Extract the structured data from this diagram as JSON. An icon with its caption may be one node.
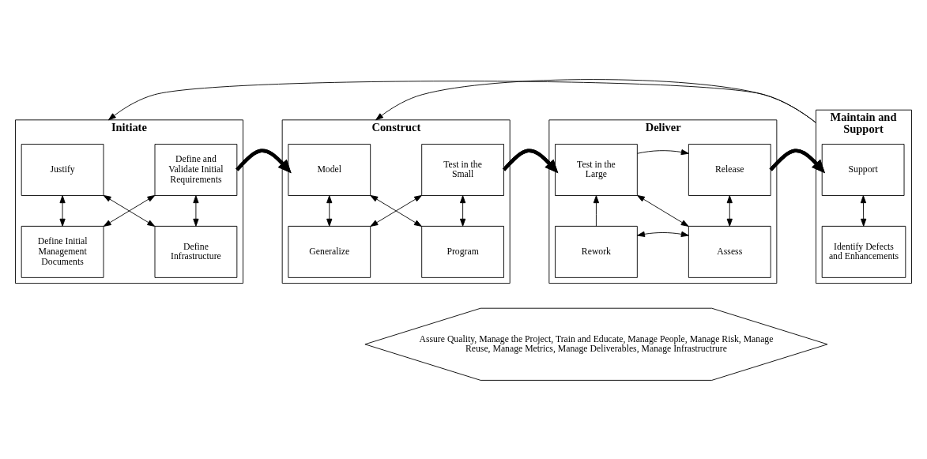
{
  "diagram": {
    "nodes": [
      {
        "text": [
          "Initiate"
        ]
      },
      {
        "text": [
          "Justify"
        ],
        "in": 0
      },
      {
        "text": [
          "Define and Validate Initial Requirements"
        ],
        "in": 0
      },
      {
        "text": [
          "Define Initial Management Documents"
        ],
        "in": 0
      },
      {
        "text": [
          "Define Infrastructure"
        ],
        "in": 0
      },
      {
        "text": [
          "Construct"
        ]
      },
      {
        "text": [
          "Model"
        ],
        "in": 5
      },
      {
        "text": [
          "Test in the Small"
        ],
        "in": 5
      },
      {
        "text": [
          "Generalize"
        ],
        "in": 5
      },
      {
        "text": [
          "Program"
        ],
        "in": 5
      },
      {
        "text": [
          "Deliver"
        ]
      },
      {
        "text": [
          "Test in the Large"
        ],
        "in": 10
      },
      {
        "text": [
          "Release"
        ],
        "in": 10
      },
      {
        "text": [
          "Rework"
        ],
        "in": 10
      },
      {
        "text": [
          "Assess"
        ],
        "in": 10
      },
      {
        "text": [
          "Maintain and Support"
        ]
      },
      {
        "text": [
          "Support"
        ],
        "in": 15
      },
      {
        "text": [
          "Identify Defects and Enhancements"
        ],
        "in": 15
      },
      {
        "text": [
          "Assure Quality, Manage the Project, Train and Educate, Manage People, Manage Risk, Manage Reuse, Manage Metrics, Manage Deliverables, Manage Infrastructrure"
        ]
      }
    ],
    "edges": [
      {
        "from": 15,
        "to": 0,
        "arrow": "to"
      },
      {
        "from": 15,
        "to": 5,
        "arrow": "to"
      },
      {
        "from": 1,
        "to": 3,
        "arrow": "both"
      },
      {
        "from": 1,
        "to": 4,
        "arrow": "both"
      },
      {
        "from": 2,
        "to": 3,
        "arrow": "both"
      },
      {
        "from": 2,
        "to": 4,
        "arrow": "both"
      },
      {
        "from": 0,
        "to": 5,
        "arrow": "to",
        "style": "thick"
      },
      {
        "from": 6,
        "to": 8,
        "arrow": "both"
      },
      {
        "from": 6,
        "to": 9,
        "arrow": "both"
      },
      {
        "from": 7,
        "to": 8,
        "arrow": "both"
      },
      {
        "from": 7,
        "to": 9,
        "arrow": "both"
      },
      {
        "from": 5,
        "to": 10,
        "arrow": "to",
        "style": "thick"
      },
      {
        "from": 11,
        "to": 12,
        "arrow": "to"
      },
      {
        "from": 13,
        "to": 11,
        "arrow": "to"
      },
      {
        "from": 11,
        "to": 14,
        "arrow": "both"
      },
      {
        "from": 12,
        "to": 14,
        "arrow": "both"
      },
      {
        "from": 13,
        "to": 14,
        "arrow": "both"
      },
      {
        "from": 10,
        "to": 15,
        "arrow": "to",
        "style": "thick"
      },
      {
        "from": 16,
        "to": 17,
        "arrow": "both"
      }
    ]
  }
}
